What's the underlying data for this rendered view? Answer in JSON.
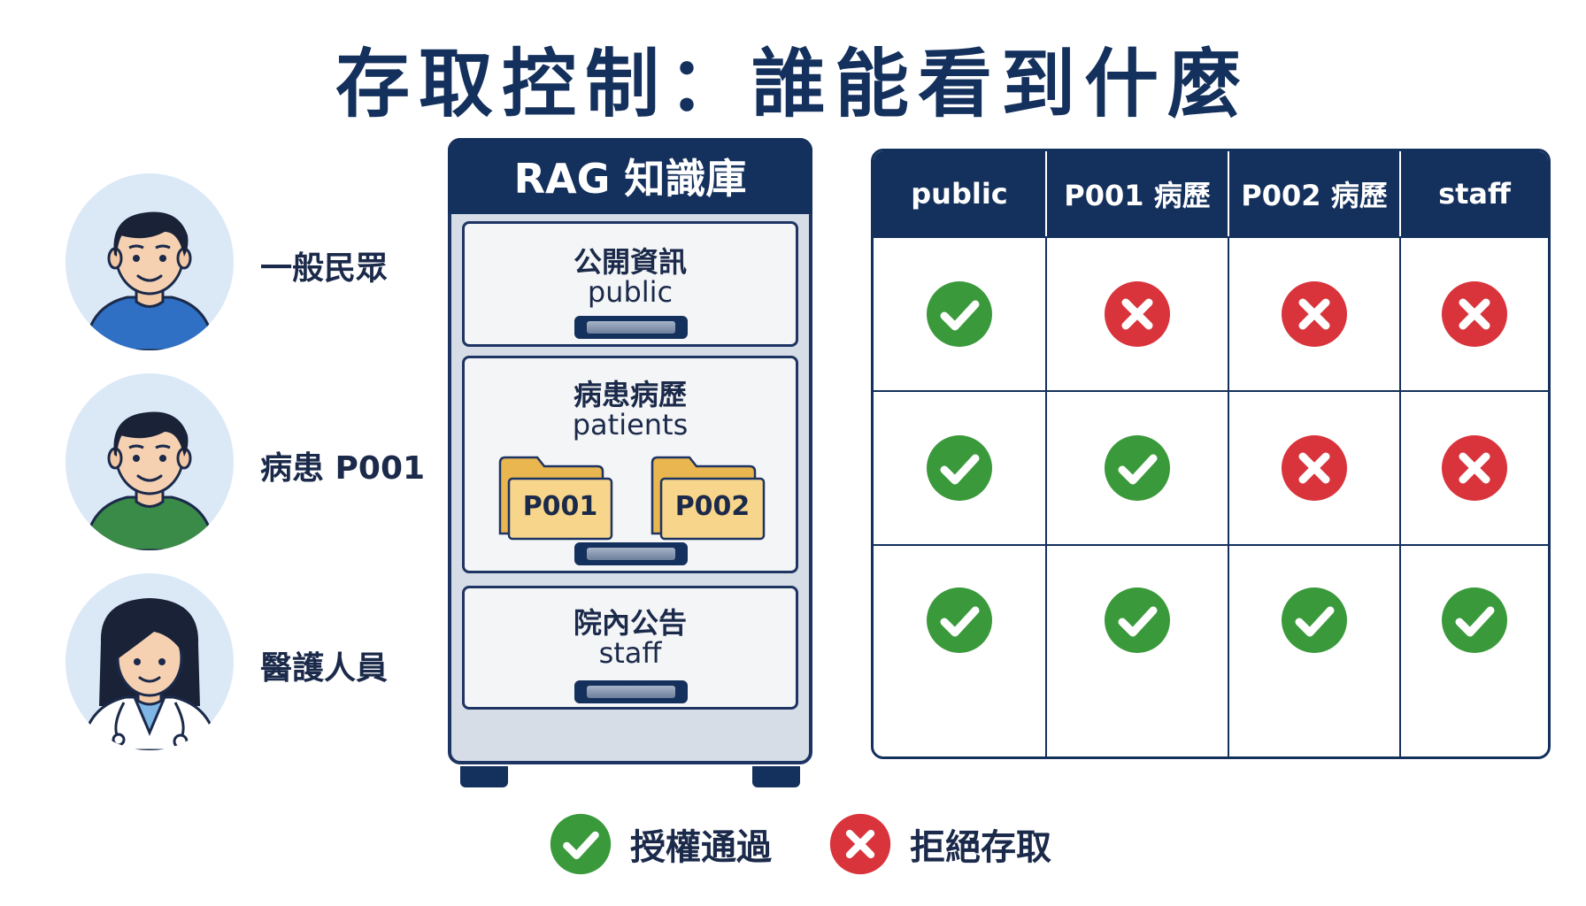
{
  "title": "存取控制：誰能看到什麼",
  "colors": {
    "navy": "#14305c",
    "allow": "#3a9a3b",
    "deny": "#d9343c",
    "folder": "#f7d58a",
    "avatar_bg": "#dbe9f7"
  },
  "people": [
    {
      "label": "一般民眾",
      "shirt": "#2f6fc4",
      "icon": "man-avatar-icon"
    },
    {
      "label": "病患 P001",
      "shirt": "#3a8a48",
      "icon": "man-avatar-icon"
    },
    {
      "label": "醫護人員",
      "shirt": "#ffffff",
      "icon": "doctor-avatar-icon"
    }
  ],
  "cabinet": {
    "title": "RAG 知識庫",
    "drawers": [
      {
        "title": "公開資訊",
        "sub": "public"
      },
      {
        "title": "病患病歷",
        "sub": "patients",
        "folders": [
          "P001",
          "P002"
        ]
      },
      {
        "title": "院內公告",
        "sub": "staff"
      }
    ]
  },
  "matrix": {
    "columns": [
      "public",
      "P001 病歷",
      "P002 病歷",
      "staff"
    ],
    "rows": [
      [
        "allow",
        "deny",
        "deny",
        "deny"
      ],
      [
        "allow",
        "allow",
        "deny",
        "deny"
      ],
      [
        "allow",
        "allow",
        "allow",
        "allow"
      ]
    ]
  },
  "legend": {
    "allow_label": "授權通過",
    "deny_label": "拒絕存取"
  }
}
